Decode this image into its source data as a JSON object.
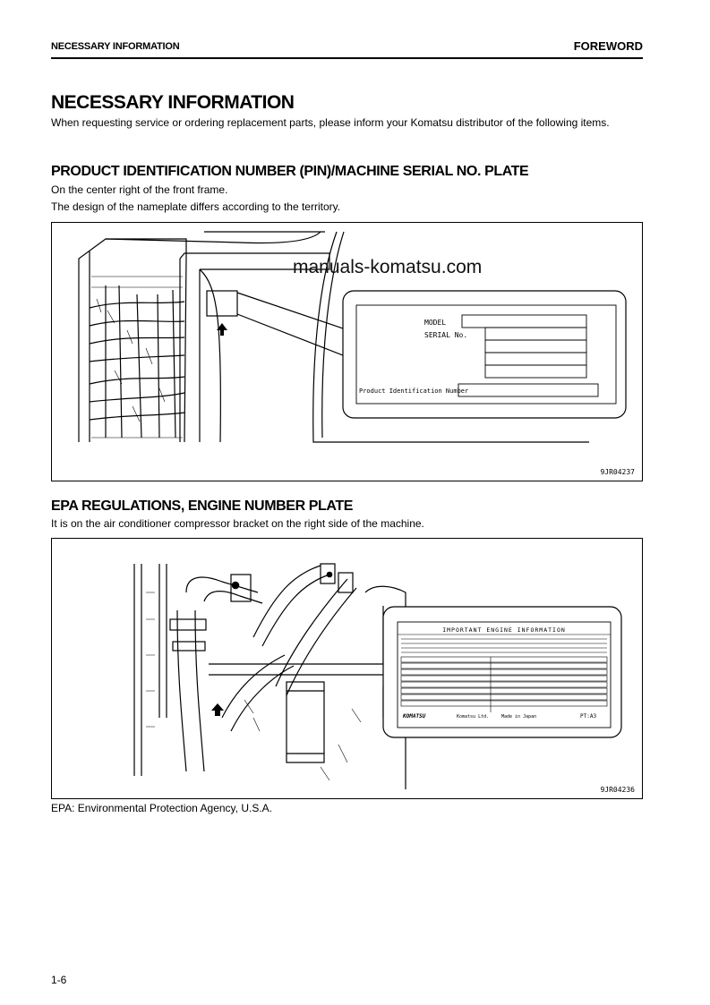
{
  "header": {
    "section_left": "NECESSARY INFORMATION",
    "section_right": "FOREWORD"
  },
  "main": {
    "title": "NECESSARY INFORMATION",
    "intro": "When requesting service or ordering replacement parts, please inform your Komatsu distributor of the following items."
  },
  "pin_section": {
    "heading": "PRODUCT IDENTIFICATION NUMBER (PIN)/MACHINE SERIAL NO. PLATE",
    "line1": "On the center right of the front frame.",
    "line2": "The design of the nameplate differs according to the territory.",
    "figure": {
      "code": "9JR04237",
      "plate_model_label": "MODEL",
      "plate_serial_label": "SERIAL No.",
      "plate_pin_label": "Product Identification Number"
    }
  },
  "watermark": "manuals-komatsu.com",
  "epa_section": {
    "heading": "EPA REGULATIONS, ENGINE NUMBER PLATE",
    "line1": "It is on the air conditioner compressor bracket on the right side of the machine.",
    "figure": {
      "code": "9JR04236",
      "plate_title": "IMPORTANT ENGINE INFORMATION",
      "plate_brand": "KOMATSU",
      "plate_maker": "Komatsu Ltd.",
      "plate_origin": "Made in Japan",
      "plate_code": "PT:A3"
    },
    "footnote": "EPA: Environmental Protection Agency, U.S.A."
  },
  "footer": {
    "page_number": "1-6"
  }
}
